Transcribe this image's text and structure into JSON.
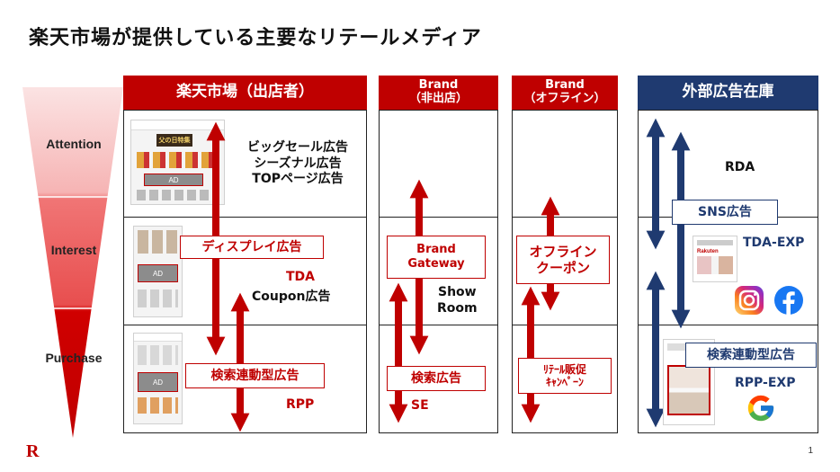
{
  "title": "楽天市場が提供している主要なリテールメディア",
  "funnel": {
    "stages": [
      "Attention",
      "Interest",
      "Purchase"
    ]
  },
  "columns": {
    "rakuten": "楽天市場（出店者）",
    "brand_non_store": [
      "Brand",
      "（非出店）"
    ],
    "brand_offline": [
      "Brand",
      "（オフライン）"
    ],
    "external": "外部広告在庫"
  },
  "rakuten_column": {
    "attention_text": [
      "ビッグセール広告",
      "シーズナル広告",
      "TOPページ広告"
    ],
    "display_ad": "ディスプレイ広告",
    "tda": "TDA",
    "coupon_ad": "Coupon広告",
    "search_ad": "検索連動型広告",
    "rpp": "RPP",
    "ad_labels": [
      "AD",
      "AD",
      "AD"
    ],
    "banner_text": "父の日特集"
  },
  "brand_column": {
    "gateway": [
      "Brand",
      "Gateway"
    ],
    "show_room": [
      "Show",
      "Room"
    ],
    "search_ad": "検索広告",
    "se": "SE"
  },
  "offline_column": {
    "offline_coupon": [
      "オフライン",
      "クーポン"
    ],
    "retail_promo": [
      "ﾘﾃｰﾙ販促",
      "ｷｬﾝﾍﾟｰﾝ"
    ]
  },
  "external_column": {
    "rda": "RDA",
    "sns_ad": "SNS広告",
    "tda_exp": "TDA-EXP",
    "search_ad": "検索連動型広告",
    "rpp_exp": "RPP-EXP",
    "thumb_brand": "Rakuten"
  },
  "footer": {
    "logo_letter": "R",
    "page_number": "1"
  },
  "colors": {
    "rakuten_red": "#bf0000",
    "navy": "#1f3a70"
  },
  "icons": [
    "instagram-icon",
    "facebook-icon",
    "google-icon",
    "rakuten-logo-icon"
  ]
}
